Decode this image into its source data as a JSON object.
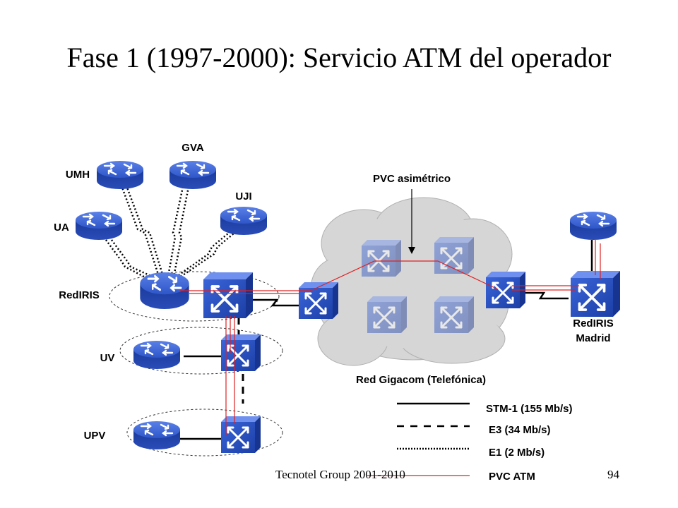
{
  "title": "Fase 1 (1997-2000): Servicio ATM del operador",
  "footer": {
    "left": "Tecnotel Group 2001-2010",
    "page": "94"
  },
  "labels": {
    "gva": "GVA",
    "umh": "UMH",
    "uji": "UJI",
    "ua": "UA",
    "rediris": "RedIRIS",
    "uv": "UV",
    "upv": "UPV",
    "pvc_asimetrico": "PVC asimétrico",
    "rediris_madrid_1": "RedIRIS",
    "rediris_madrid_2": "Madrid",
    "cloud": "Red Gigacom (Telefónica)"
  },
  "legend": {
    "stm1": "STM-1 (155 Mb/s)",
    "e3": "E3 (34 Mb/s)",
    "e1": "E1 (2 Mb/s)",
    "pvc": "PVC ATM"
  },
  "colors": {
    "device": "#2f56c8",
    "device_dark": "#1a3a9a",
    "pvc": "#e02020",
    "cloud": "#d4d4d4"
  }
}
